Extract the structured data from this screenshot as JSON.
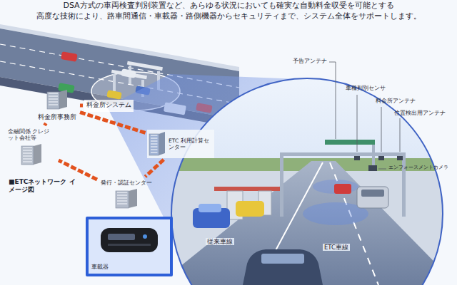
{
  "diagram": {
    "nodes": [
      {
        "text": [
          "料金所システム"
        ]
      },
      {
        "text": [
          "料金所事務所"
        ]
      },
      {
        "text": [
          "金融関係 クレジット会社等"
        ]
      },
      {
        "text": [
          "ETC 利用計算センター"
        ]
      },
      {
        "text": [
          "発行・認証センター"
        ]
      },
      {
        "text": [
          "車載器"
        ]
      }
    ],
    "edges": [
      {
        "from": 1,
        "to": 0,
        "arrow": "none"
      },
      {
        "from": 1,
        "to": 3,
        "arrow": "none"
      },
      {
        "from": 3,
        "to": 4,
        "arrow": "none"
      },
      {
        "from": 4,
        "to": 2,
        "arrow": "none"
      },
      {
        "from": 2,
        "to": 1,
        "arrow": "none"
      }
    ],
    "labels": [
      "DSA方式の車両検査判別装置など、あらゆる状況においても確実な自動料金収受を可能とする",
      "高度な技術により、路車間通信・車載器・路側機器からセキュリティまで、システム全体をサポートします。",
      "■ETCネットワーク イメージ図",
      "予告アンテナ",
      "車種判別センサ",
      "料金所アンテナ",
      "位置検出用アンテナ",
      "エンフォースメントカメラ",
      "従来車線",
      "ETC車線"
    ]
  }
}
